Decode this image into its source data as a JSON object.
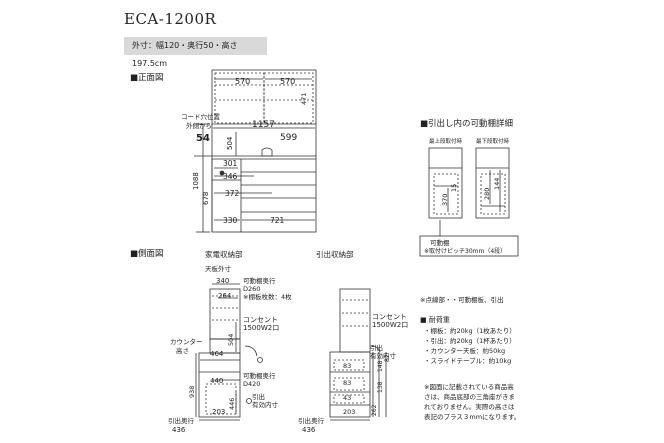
{
  "title": "ECA-1200R",
  "dims": "外寸：幅120・奥行50・高さ197.5cm",
  "front": {
    "heading": "■正面図",
    "w570a": "570",
    "w570b": "570",
    "h471": "471",
    "w1157": "1157",
    "h504": "504",
    "w599": "599",
    "cord": [
      "コード穴位置",
      "外側から",
      "54"
    ],
    "d301": "301",
    "d346": "346",
    "d372": "372",
    "h1088": "1088",
    "h678": "678",
    "w330": "330",
    "w721": "721"
  },
  "drawer": {
    "heading": "■引出し内の可動棚詳細",
    "top_label": "最上段取付時",
    "bottom_label": "最下段取付時",
    "d370": "370",
    "d15": "15",
    "d280": "280",
    "d144": "144",
    "note1": "可動棚",
    "note2": "※取付けピッチ30mm（4段）"
  },
  "side": {
    "heading": "■側面図",
    "appliance_label": "家電収納部",
    "drawer_label": "引出収納部",
    "tenban": "天板外寸",
    "d340": "340",
    "d264": "264",
    "shelf_depth": "可動棚奥行",
    "d260": "D260",
    "shelf_count": "※棚板枚数：4枚",
    "outlet": "コンセント",
    "outlet_spec": "1500W2口",
    "h504": "504",
    "counter": "カウンター",
    "counter_h": "高さ",
    "d464": "464",
    "d440": "440",
    "shelf_depth2": "可動棚奥行",
    "d420": "D420",
    "h938": "938",
    "h446": "446",
    "drawer_inner": "引出",
    "drawer_inner2": "有効内寸",
    "d203": "203",
    "pull_depth": "引出奥行",
    "d436": "436",
    "outlet2": "コンセント",
    "outlet_spec2": "1500W2口",
    "drawer_inner3": "引出",
    "drawer_inner4": "有効内寸",
    "v262": "262",
    "v138": "138",
    "v148": "148",
    "v87": "87",
    "d203b": "203",
    "d83a": "83",
    "d83b": "83",
    "d43": "43",
    "pull_depth2": "引出奥行",
    "d436b": "436"
  },
  "notes": {
    "dotted": "※点線部・・可動棚板、引出",
    "load_heading": "■ 耐荷重",
    "loads": [
      "・棚板：約20kg（1枚あたり）",
      "・引出：約20kg（1杯あたり）",
      "・カウンター天板：約50kg",
      "・スライドテーブル：約10kg"
    ],
    "footnote": [
      "※図面に記載されている商品高",
      "さは、商品底部の三角座がきま",
      "れておりません。実際の高さは",
      "表記のプラス３mmになります。"
    ]
  }
}
